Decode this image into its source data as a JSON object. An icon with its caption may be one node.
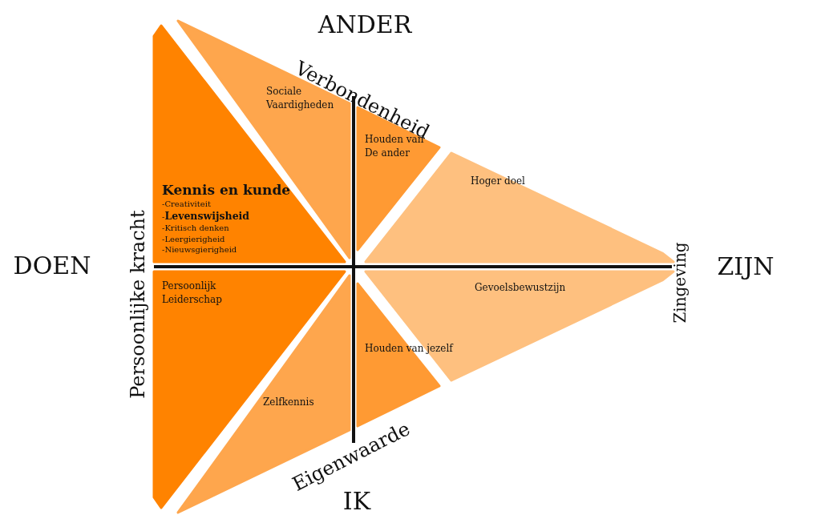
{
  "diagram": {
    "nodes": [
      {
        "text": [
          "Kennis en kunde",
          "-Creativiteit",
          "-**Levenswijsheid**",
          "-Kritisch denken",
          "-Leergierigheid",
          "-Nieuwsgierigheid"
        ]
      },
      {
        "text": [
          "Sociale Vaardigheden"
        ]
      },
      {
        "text": [
          "Houden van De ander"
        ]
      },
      {
        "text": [
          "Hoger doel"
        ]
      },
      {
        "text": [
          "Gevoelsbewustzijn"
        ]
      },
      {
        "text": [
          "Houden van jezelf"
        ]
      },
      {
        "text": [
          "Zelfkennis"
        ]
      },
      {
        "text": [
          "Persoonlijk Leiderschap"
        ]
      }
    ],
    "labels": [
      "ANDER",
      "Verbondenheid",
      "Persoonlijke kracht",
      "DOEN",
      "ZIJN",
      "Zingeving",
      "Eigenwaarde",
      "IK"
    ]
  }
}
